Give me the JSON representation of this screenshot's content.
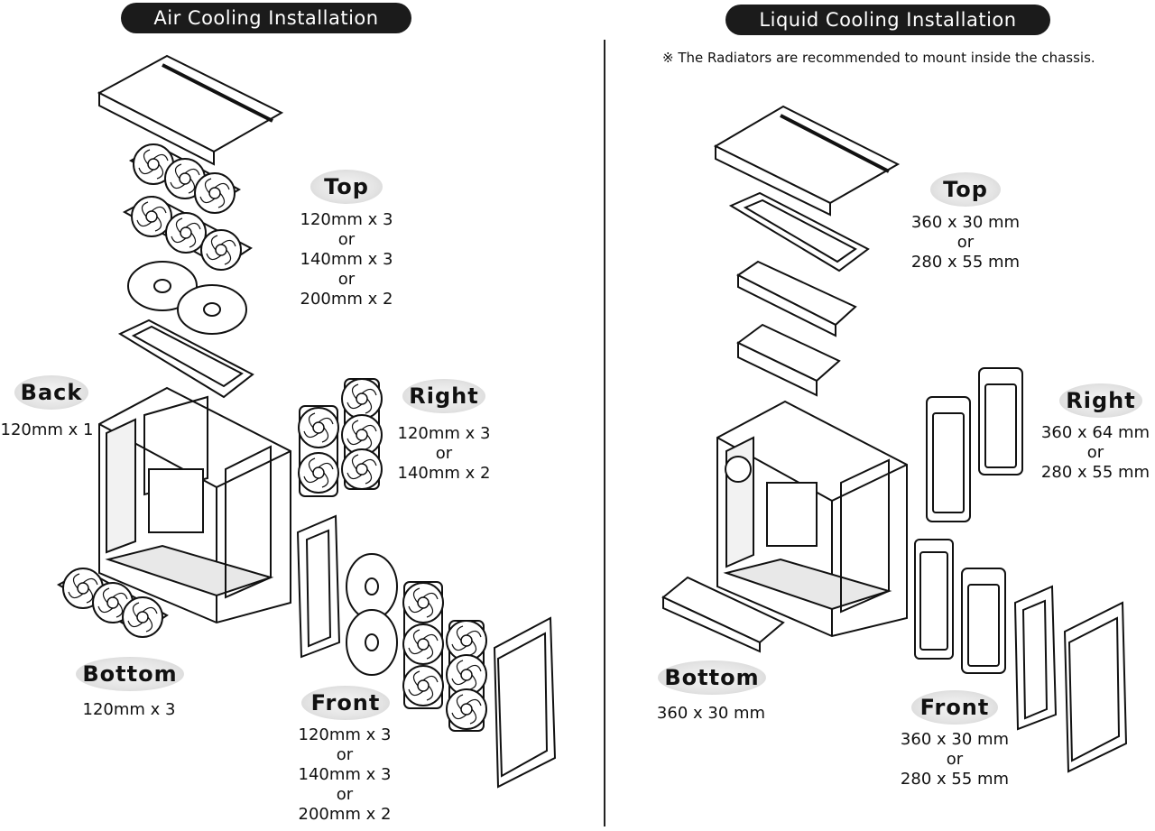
{
  "air": {
    "title": "Air Cooling Installation",
    "top": {
      "label": "Top",
      "specs": [
        "120mm x 3",
        "or",
        "140mm x 3",
        "or",
        "200mm x 2"
      ]
    },
    "back": {
      "label": "Back",
      "specs": [
        "120mm x 1"
      ]
    },
    "right": {
      "label": "Right",
      "specs": [
        "120mm x 3",
        "or",
        "140mm x 2"
      ]
    },
    "bottom": {
      "label": "Bottom",
      "specs": [
        "120mm x 3"
      ]
    },
    "front": {
      "label": "Front",
      "specs": [
        "120mm x 3",
        "or",
        "140mm x 3",
        "or",
        "200mm x 2"
      ]
    }
  },
  "liquid": {
    "title": "Liquid Cooling Installation",
    "note": "※ The Radiators are recommended to mount inside the chassis.",
    "top": {
      "label": "Top",
      "specs": [
        "360 x 30 mm",
        "or",
        "280 x 55 mm"
      ]
    },
    "right": {
      "label": "Right",
      "specs": [
        "360 x 64 mm",
        "or",
        "280 x 55 mm"
      ]
    },
    "bottom": {
      "label": "Bottom",
      "specs": [
        "360 x 30 mm"
      ]
    },
    "front": {
      "label": "Front",
      "specs": [
        "360 x 30 mm",
        "or",
        "280 x 55 mm"
      ]
    }
  }
}
